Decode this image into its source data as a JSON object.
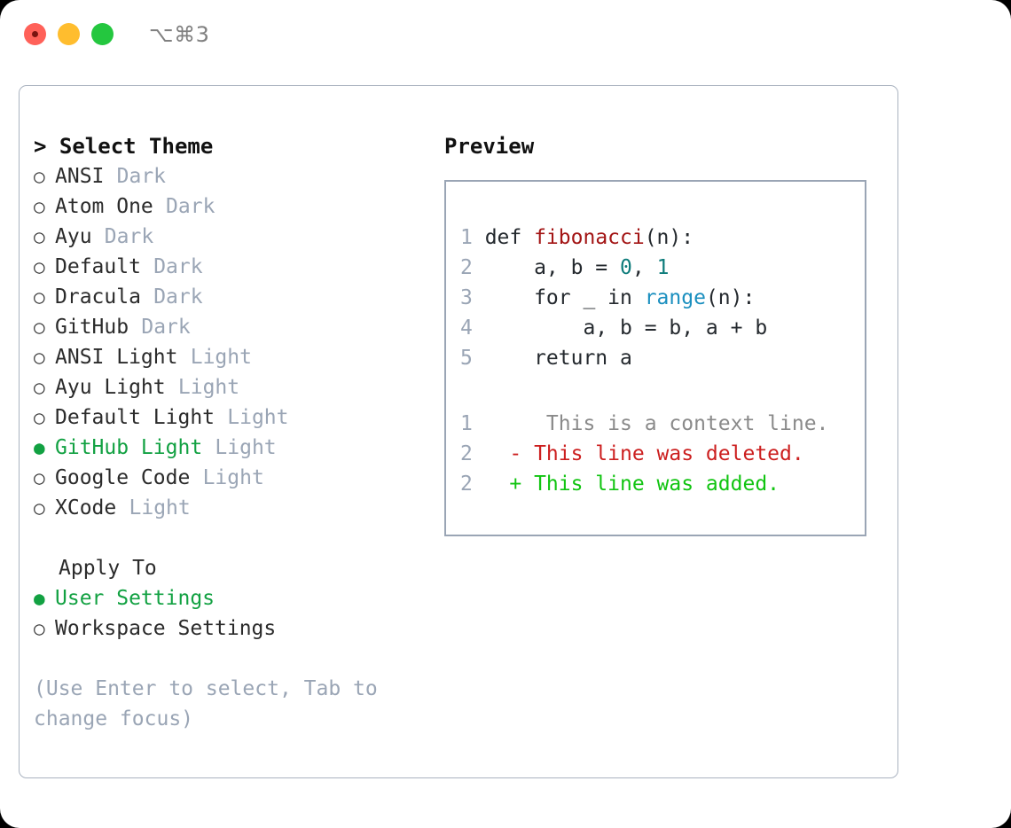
{
  "titlebar": {
    "shortcut": "⌥⌘3",
    "buttons": [
      {
        "name": "close",
        "color": "#ff6159"
      },
      {
        "name": "minimize",
        "color": "#ffbd2e"
      },
      {
        "name": "zoom",
        "color": "#24c73f"
      }
    ]
  },
  "colors": {
    "selected_green": "#12a142",
    "muted": "#9aa5b5",
    "text": "#2b2b2b",
    "panel_border": "#aab3c0",
    "preview_border": "#9aa5b5",
    "syntax_function": "#a31515",
    "syntax_number": "#0e7c7b",
    "syntax_builtin": "#1b8fbf",
    "diff_deleted": "#cc1f1f",
    "diff_added": "#11c411",
    "diff_context": "#8a8a8a"
  },
  "theme_picker": {
    "header": "> Select Theme",
    "selected_marker": "●",
    "unselected_marker": "○",
    "items": [
      {
        "name": "ANSI",
        "tag": "Dark",
        "selected": false
      },
      {
        "name": "Atom One",
        "tag": "Dark",
        "selected": false
      },
      {
        "name": "Ayu",
        "tag": "Dark",
        "selected": false
      },
      {
        "name": "Default",
        "tag": "Dark",
        "selected": false
      },
      {
        "name": "Dracula",
        "tag": "Dark",
        "selected": false
      },
      {
        "name": "GitHub",
        "tag": "Dark",
        "selected": false
      },
      {
        "name": "ANSI Light",
        "tag": "Light",
        "selected": false
      },
      {
        "name": "Ayu Light",
        "tag": "Light",
        "selected": false
      },
      {
        "name": "Default Light",
        "tag": "Light",
        "selected": false
      },
      {
        "name": "GitHub Light",
        "tag": "Light",
        "selected": true
      },
      {
        "name": "Google Code",
        "tag": "Light",
        "selected": false
      },
      {
        "name": "XCode",
        "tag": "Light",
        "selected": false
      }
    ]
  },
  "apply_to": {
    "header": "Apply To",
    "options": [
      {
        "label": "User Settings",
        "selected": true
      },
      {
        "label": "Workspace Settings",
        "selected": false
      }
    ]
  },
  "hint": "(Use Enter to select, Tab to change focus)",
  "preview": {
    "header": "Preview",
    "code_lines": [
      {
        "number": "1",
        "tokens": [
          {
            "text": "def ",
            "type": "plain"
          },
          {
            "text": "fibonacci",
            "type": "func"
          },
          {
            "text": "(n):",
            "type": "plain"
          }
        ]
      },
      {
        "number": "2",
        "tokens": [
          {
            "text": "    a, b = ",
            "type": "plain"
          },
          {
            "text": "0",
            "type": "num"
          },
          {
            "text": ", ",
            "type": "plain"
          },
          {
            "text": "1",
            "type": "num"
          }
        ]
      },
      {
        "number": "3",
        "tokens": [
          {
            "text": "    for _ in ",
            "type": "plain"
          },
          {
            "text": "range",
            "type": "builtin"
          },
          {
            "text": "(n):",
            "type": "plain"
          }
        ]
      },
      {
        "number": "4",
        "tokens": [
          {
            "text": "        a, b = b, a + b",
            "type": "plain"
          }
        ]
      },
      {
        "number": "5",
        "tokens": [
          {
            "text": "    return a",
            "type": "plain"
          }
        ]
      }
    ],
    "diff_lines": [
      {
        "number": "1",
        "sign": " ",
        "text": "  This is a context line.",
        "type": "ctx"
      },
      {
        "number": "2",
        "sign": "-",
        "text": " This line was deleted.",
        "type": "del"
      },
      {
        "number": "2",
        "sign": "+",
        "text": " This line was added.",
        "type": "add"
      }
    ]
  }
}
